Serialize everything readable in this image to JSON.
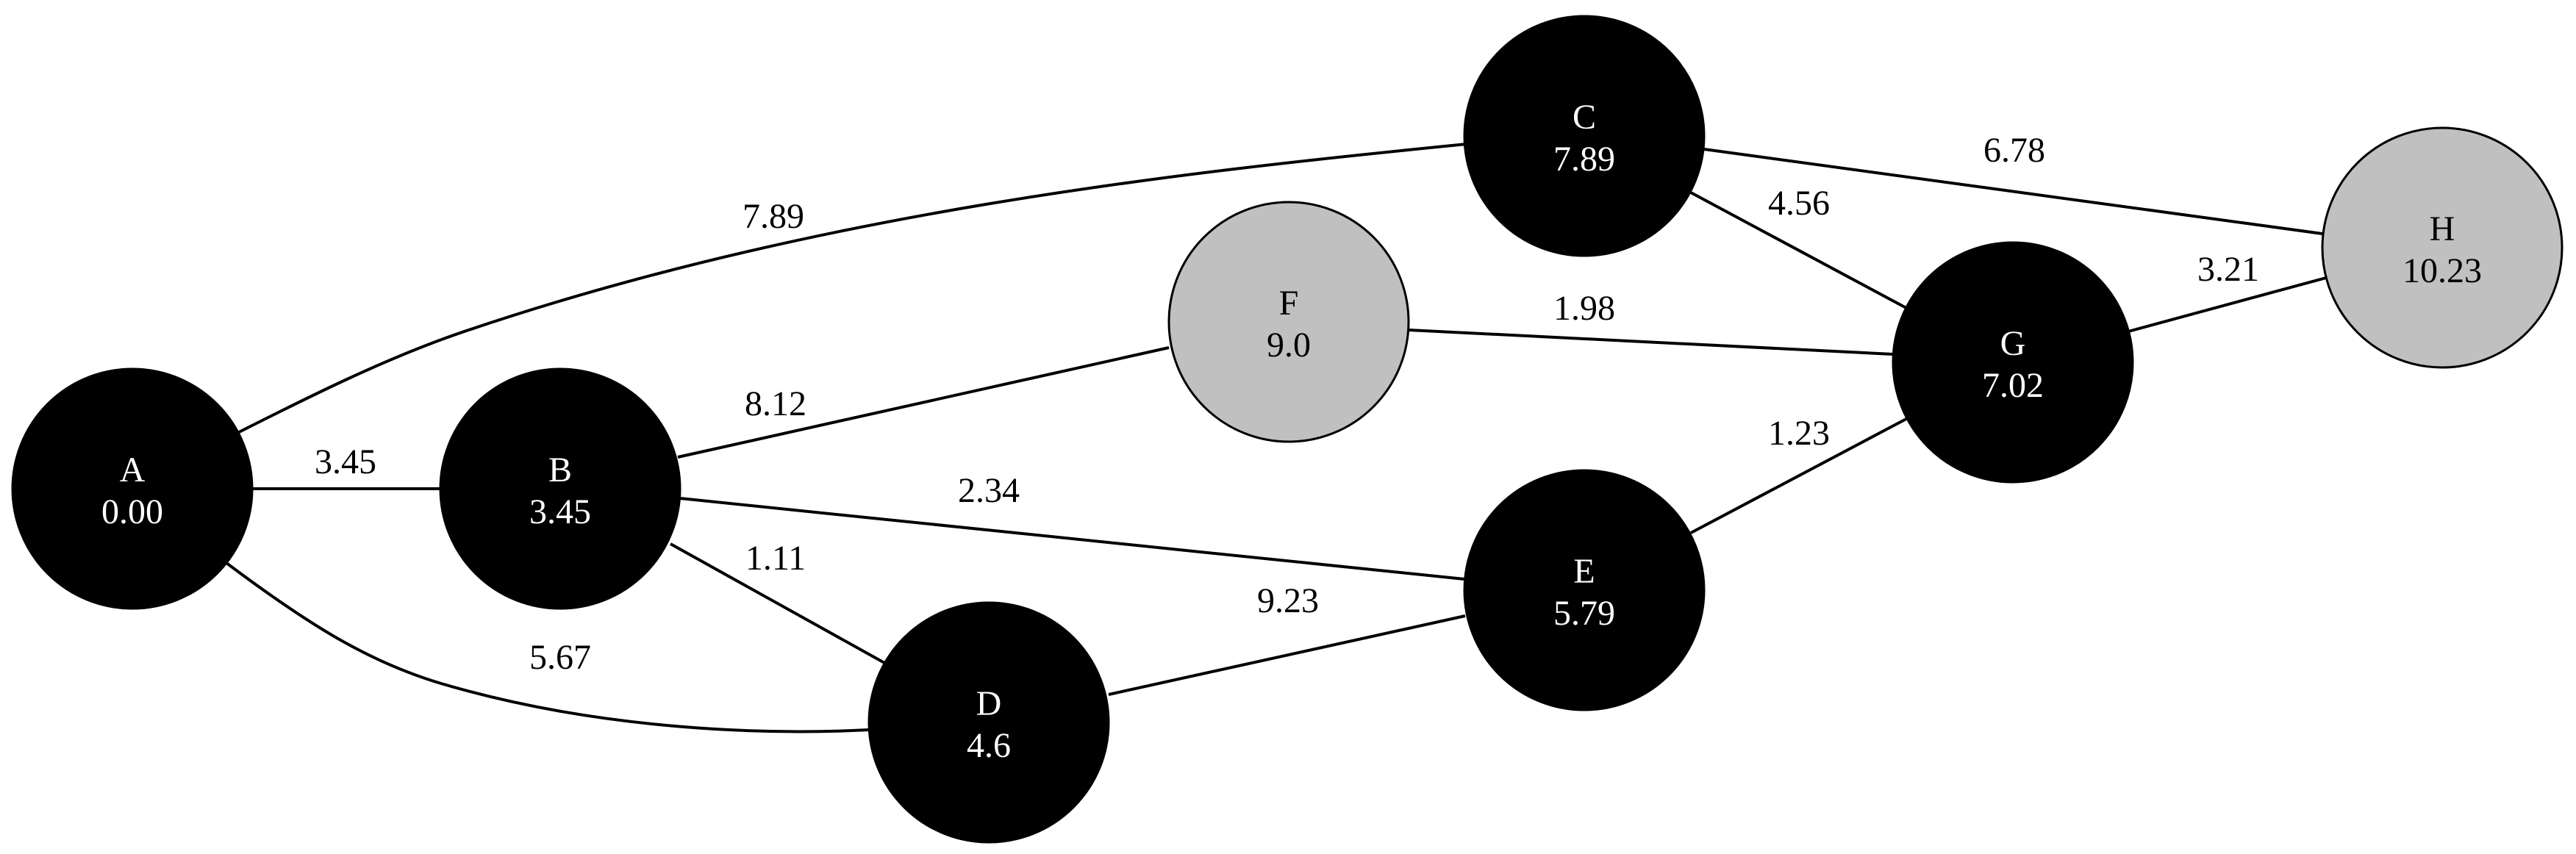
{
  "colors": {
    "visited_fill": "#000000",
    "visited_text": "#ffffff",
    "unvisited_fill": "#c0c0c0",
    "unvisited_text": "#000000",
    "edge": "#000000"
  },
  "nodes": [
    {
      "id": "A",
      "label": "A",
      "distance": "0.00",
      "state": "visited"
    },
    {
      "id": "B",
      "label": "B",
      "distance": "3.45",
      "state": "visited"
    },
    {
      "id": "C",
      "label": "C",
      "distance": "7.89",
      "state": "visited"
    },
    {
      "id": "D",
      "label": "D",
      "distance": "4.6",
      "state": "visited"
    },
    {
      "id": "E",
      "label": "E",
      "distance": "5.79",
      "state": "visited"
    },
    {
      "id": "F",
      "label": "F",
      "distance": "9.0",
      "state": "unvisited"
    },
    {
      "id": "G",
      "label": "G",
      "distance": "7.02",
      "state": "visited"
    },
    {
      "id": "H",
      "label": "H",
      "distance": "10.23",
      "state": "unvisited"
    }
  ],
  "edges": [
    {
      "from": "A",
      "to": "B",
      "weight": "3.45"
    },
    {
      "from": "A",
      "to": "C",
      "weight": "7.89"
    },
    {
      "from": "A",
      "to": "D",
      "weight": "5.67"
    },
    {
      "from": "B",
      "to": "F",
      "weight": "8.12"
    },
    {
      "from": "B",
      "to": "E",
      "weight": "2.34"
    },
    {
      "from": "B",
      "to": "D",
      "weight": "1.11"
    },
    {
      "from": "D",
      "to": "E",
      "weight": "9.23"
    },
    {
      "from": "C",
      "to": "H",
      "weight": "6.78"
    },
    {
      "from": "C",
      "to": "G",
      "weight": "4.56"
    },
    {
      "from": "F",
      "to": "G",
      "weight": "1.98"
    },
    {
      "from": "E",
      "to": "G",
      "weight": "1.23"
    },
    {
      "from": "G",
      "to": "H",
      "weight": "3.21"
    }
  ]
}
